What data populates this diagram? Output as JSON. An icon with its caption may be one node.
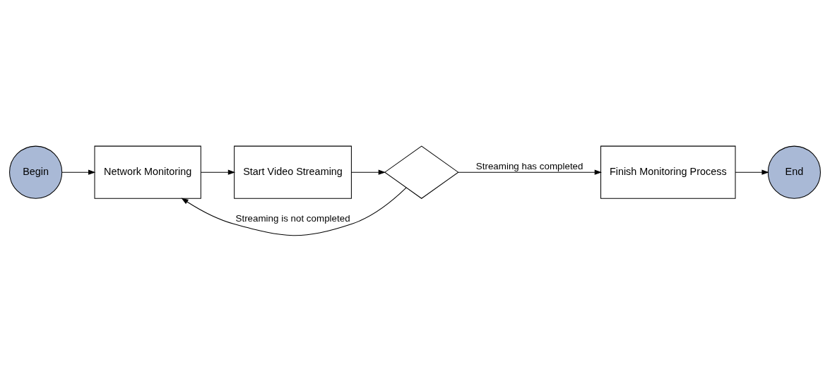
{
  "diagram": {
    "nodes": [
      {
        "text": [
          "Begin"
        ]
      },
      {
        "text": [
          "Network Monitoring"
        ]
      },
      {
        "text": [
          "Start Video Streaming"
        ]
      },
      {
        "text": [],
        "shape": "diamond"
      },
      {
        "text": [
          "Finish Monitoring Process"
        ]
      },
      {
        "text": [
          "End"
        ]
      }
    ],
    "edges": [
      {
        "from": 0,
        "to": 1,
        "arrow": "to"
      },
      {
        "from": 1,
        "to": 2,
        "arrow": "to"
      },
      {
        "from": 2,
        "to": 3,
        "arrow": "to"
      },
      {
        "from": 3,
        "to": 1,
        "arrow": "to",
        "label": "Streaming is not completed"
      },
      {
        "from": 3,
        "to": 4,
        "arrow": "to",
        "label": "Streaming has completed"
      },
      {
        "from": 4,
        "to": 5,
        "arrow": "to"
      }
    ]
  }
}
